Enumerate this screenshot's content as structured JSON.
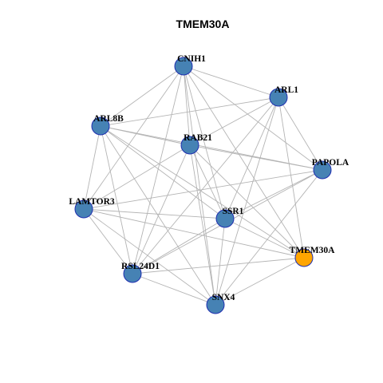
{
  "title": "TMEM30A",
  "colors": {
    "node_default": "#4682B4",
    "node_highlight": "#FFA500",
    "node_border": "#1F2FB0",
    "edge": "#B4B4B4"
  },
  "nodes": [
    {
      "id": "CNIH1",
      "label": "CNIH1",
      "highlight": false
    },
    {
      "id": "ARL1",
      "label": "ARL1",
      "highlight": false
    },
    {
      "id": "ARL8B",
      "label": "ARL8B",
      "highlight": false
    },
    {
      "id": "RAB21",
      "label": "RAB21",
      "highlight": false
    },
    {
      "id": "PAPOLA",
      "label": "PAPOLA",
      "highlight": false
    },
    {
      "id": "LAMTOR3",
      "label": "LAMTOR3",
      "highlight": false
    },
    {
      "id": "SSR1",
      "label": "SSR1",
      "highlight": false
    },
    {
      "id": "TMEM30A",
      "label": "TMEM30A",
      "highlight": true
    },
    {
      "id": "RSL24D1",
      "label": "RSL24D1",
      "highlight": false
    },
    {
      "id": "SNX4",
      "label": "SNX4",
      "highlight": false
    }
  ],
  "edges": [
    [
      "CNIH1",
      "ARL1"
    ],
    [
      "CNIH1",
      "ARL8B"
    ],
    [
      "CNIH1",
      "RAB21"
    ],
    [
      "CNIH1",
      "PAPOLA"
    ],
    [
      "CNIH1",
      "LAMTOR3"
    ],
    [
      "CNIH1",
      "SSR1"
    ],
    [
      "CNIH1",
      "TMEM30A"
    ],
    [
      "CNIH1",
      "RSL24D1"
    ],
    [
      "CNIH1",
      "SNX4"
    ],
    [
      "ARL1",
      "ARL8B"
    ],
    [
      "ARL1",
      "RAB21"
    ],
    [
      "ARL1",
      "PAPOLA"
    ],
    [
      "ARL1",
      "SSR1"
    ],
    [
      "ARL1",
      "TMEM30A"
    ],
    [
      "ARL1",
      "RSL24D1"
    ],
    [
      "ARL1",
      "SNX4"
    ],
    [
      "ARL8B",
      "RAB21"
    ],
    [
      "ARL8B",
      "PAPOLA"
    ],
    [
      "ARL8B",
      "LAMTOR3"
    ],
    [
      "ARL8B",
      "SSR1"
    ],
    [
      "ARL8B",
      "TMEM30A"
    ],
    [
      "ARL8B",
      "RSL24D1"
    ],
    [
      "ARL8B",
      "SNX4"
    ],
    [
      "RAB21",
      "PAPOLA"
    ],
    [
      "RAB21",
      "LAMTOR3"
    ],
    [
      "RAB21",
      "SSR1"
    ],
    [
      "RAB21",
      "TMEM30A"
    ],
    [
      "RAB21",
      "RSL24D1"
    ],
    [
      "RAB21",
      "SNX4"
    ],
    [
      "PAPOLA",
      "LAMTOR3"
    ],
    [
      "PAPOLA",
      "SSR1"
    ],
    [
      "PAPOLA",
      "RSL24D1"
    ],
    [
      "PAPOLA",
      "SNX4"
    ],
    [
      "LAMTOR3",
      "SSR1"
    ],
    [
      "LAMTOR3",
      "TMEM30A"
    ],
    [
      "LAMTOR3",
      "RSL24D1"
    ],
    [
      "LAMTOR3",
      "SNX4"
    ],
    [
      "SSR1",
      "TMEM30A"
    ],
    [
      "SSR1",
      "RSL24D1"
    ],
    [
      "SSR1",
      "SNX4"
    ],
    [
      "TMEM30A",
      "RSL24D1"
    ],
    [
      "TMEM30A",
      "SNX4"
    ],
    [
      "RSL24D1",
      "SNX4"
    ]
  ]
}
